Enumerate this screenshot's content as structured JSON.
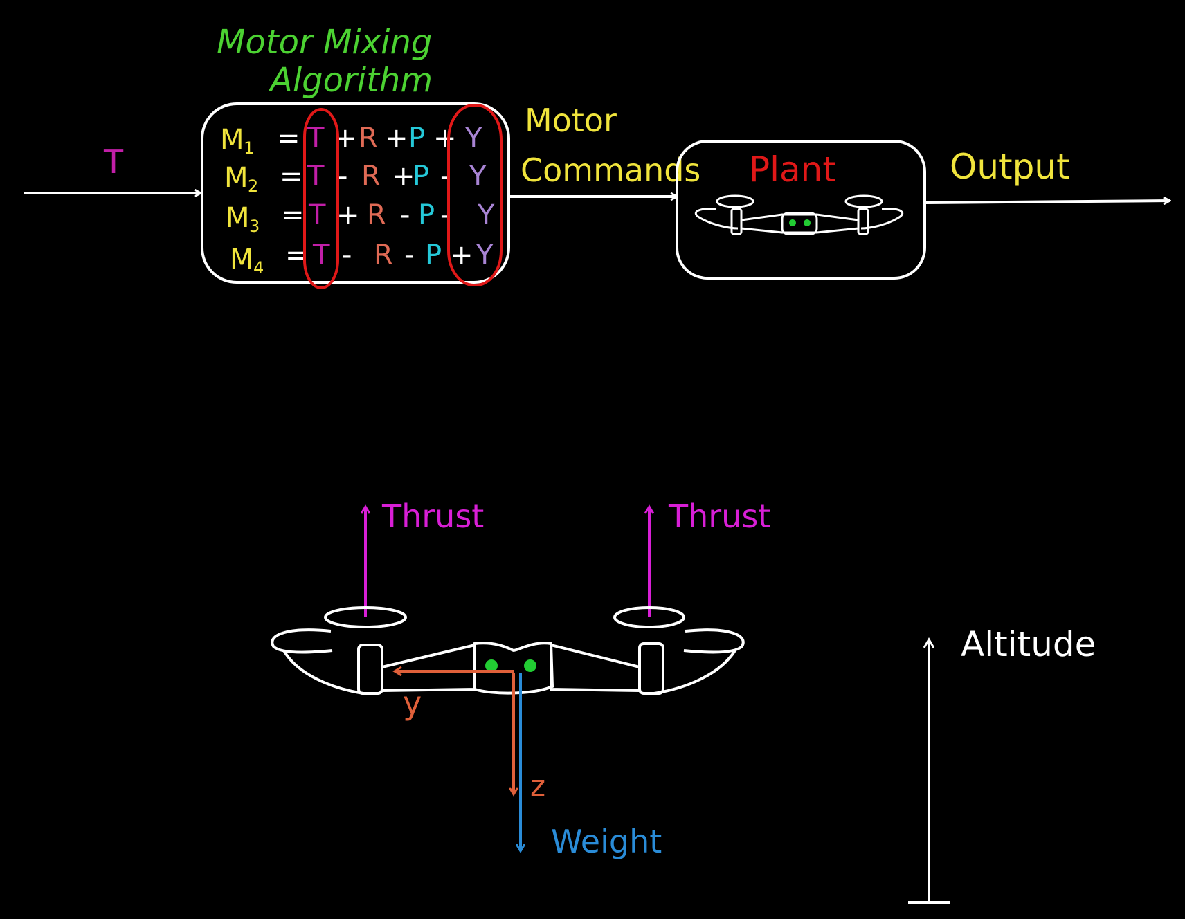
{
  "colors": {
    "background": "#000000",
    "white": "#ffffff",
    "green": "#4cd232",
    "yellow": "#f0e43c",
    "magenta": "#c21fa8",
    "thrust": "#d81fd6",
    "salmon": "#e06a55",
    "cyan": "#25c8d8",
    "lavender": "#a884d4",
    "red": "#e01818",
    "orange": "#e0603a",
    "blue": "#2a8cd8",
    "eye": "#22cc33"
  },
  "block_diagram": {
    "input_label": "T",
    "mixer_title_line1": "Motor Mixing",
    "mixer_title_line2": "Algorithm",
    "equations": [
      {
        "lhs": "M",
        "sub": "1",
        "eq": "=",
        "t": "T",
        "op1": "+",
        "r": "R",
        "op2": "+",
        "p": "P",
        "op3": "+",
        "y": "Y"
      },
      {
        "lhs": "M",
        "sub": "2",
        "eq": "=",
        "t": "T",
        "op1": "-",
        "r": "R",
        "op2": "+",
        "p": "P",
        "op3": "-",
        "y": "Y"
      },
      {
        "lhs": "M",
        "sub": "3",
        "eq": "=",
        "t": "T",
        "op1": "+",
        "r": "R",
        "op2": "-",
        "p": "P",
        "op3": "-",
        "y": "Y"
      },
      {
        "lhs": "M",
        "sub": "4",
        "eq": "=",
        "t": "T",
        "op1": "-",
        "r": "R",
        "op2": "-",
        "p": "P",
        "op3": "+",
        "y": "Y"
      }
    ],
    "commands_label_line1": "Motor",
    "commands_label_line2": "Commands",
    "plant_label": "Plant",
    "output_label": "Output"
  },
  "free_body": {
    "thrust_left": "Thrust",
    "thrust_right": "Thrust",
    "y_axis": "y",
    "z_axis": "z",
    "weight": "Weight",
    "altitude": "Altitude"
  }
}
